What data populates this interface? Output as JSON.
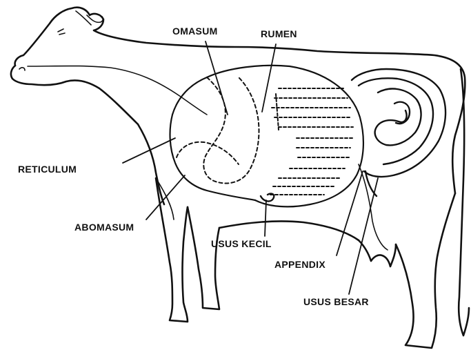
{
  "diagram": {
    "labels": {
      "omasum": "OMASUM",
      "rumen": "RUMEN",
      "reticulum": "RETICULUM",
      "abomasum": "ABOMASUM",
      "usus_kecil": "USUS KECIL",
      "appendix": "APPENDIX",
      "usus_besar": "USUS BESAR"
    }
  }
}
